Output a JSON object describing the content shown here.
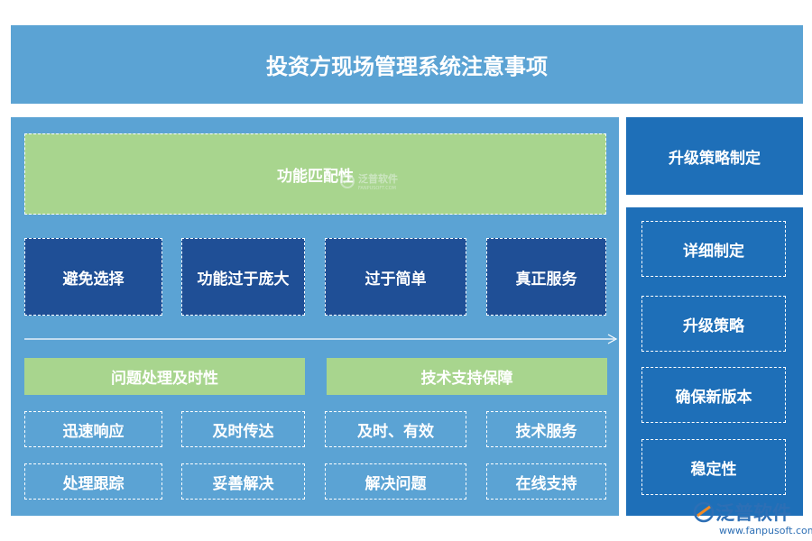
{
  "title": "投资方现场管理系统注意事项",
  "main": {
    "header": "功能匹配性",
    "boxes": [
      "避免选择",
      "功能过于庞大",
      "过于简单",
      "真正服务"
    ],
    "left_group": {
      "label": "问题处理及时性",
      "items": [
        "迅速响应",
        "及时传达",
        "处理跟踪",
        "妥善解决"
      ]
    },
    "right_group": {
      "label": "技术支持保障",
      "items": [
        "及时、有效",
        "技术服务",
        "解决问题",
        "在线支持"
      ]
    }
  },
  "side": {
    "header": "升级策略制定",
    "items": [
      "详细制定",
      "升级策略",
      "确保新版本",
      "稳定性"
    ]
  },
  "watermark": {
    "center_text": "泛普软件",
    "center_sub": "FANPUSOFT.COM",
    "brand": "泛普软件",
    "url": "www.fanpusoft.com"
  },
  "colors": {
    "light_blue": "#5ba3d4",
    "dark_blue": "#1f4f96",
    "side_blue": "#1e6fb8",
    "green": "#a8d58e"
  }
}
